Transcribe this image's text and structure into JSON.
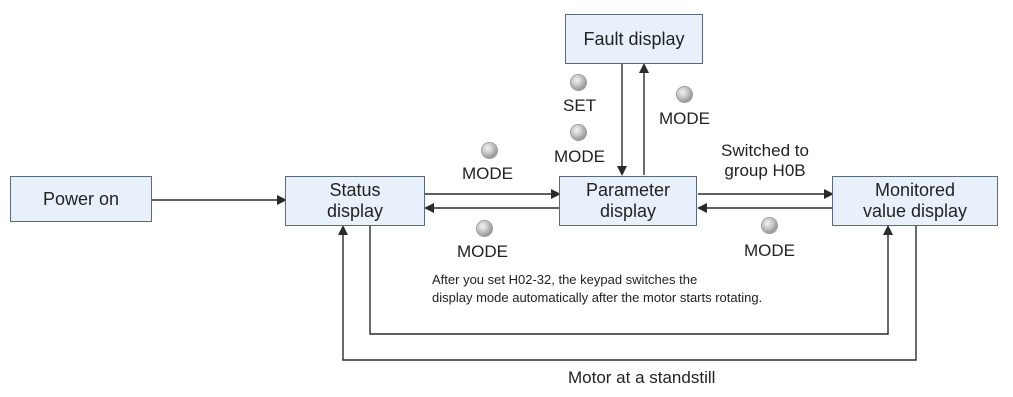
{
  "boxes": {
    "power_on": "Power on",
    "status_display": "Status display",
    "parameter_display": "Parameter display",
    "fault_display": "Fault display",
    "monitored_display": "Monitored value display"
  },
  "keys": {
    "mode": "MODE",
    "set": "SET"
  },
  "labels": {
    "switched_group": "Switched to group H0B",
    "note_line1": "After you set H02-32, the keypad switches the",
    "note_line2": "display mode automatically after the motor starts rotating.",
    "standstill": "Motor at a standstill"
  }
}
